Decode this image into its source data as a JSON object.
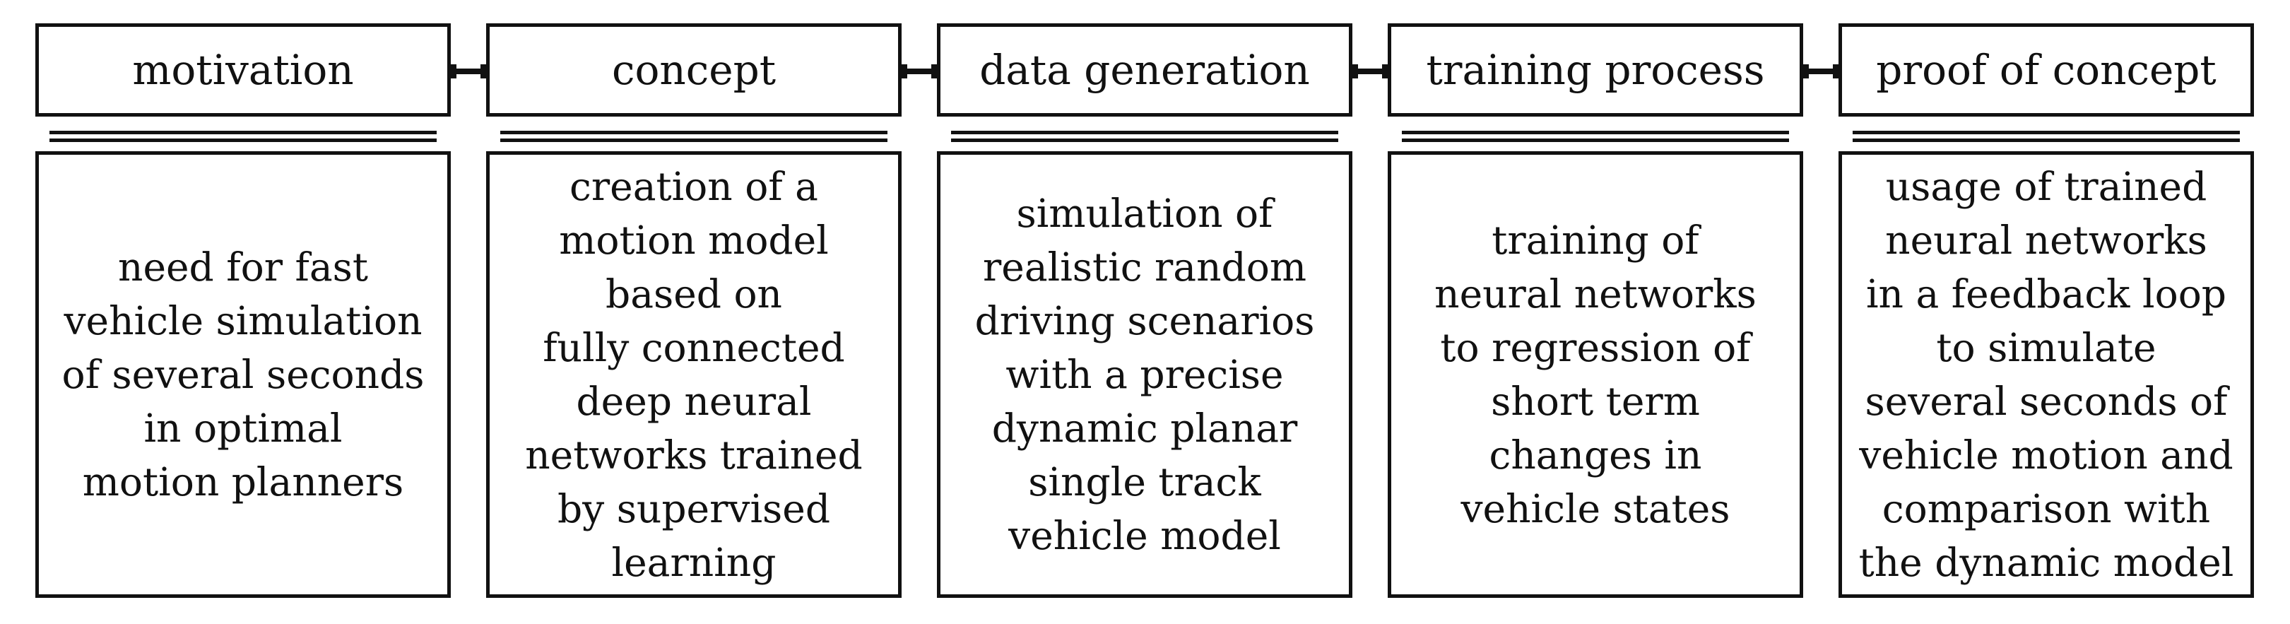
{
  "stages": [
    {
      "title": "motivation",
      "lines": [
        "need for fast",
        "vehicle simulation",
        "of several seconds",
        "in optimal",
        "motion planners"
      ]
    },
    {
      "title": "concept",
      "lines": [
        "creation of a",
        "motion model",
        "based on",
        "fully connected",
        "deep neural",
        "networks trained",
        "by supervised",
        "learning"
      ]
    },
    {
      "title": "data generation",
      "lines": [
        "simulation of",
        "realistic random",
        "driving scenarios",
        "with a precise",
        "dynamic planar",
        "single track",
        "vehicle model"
      ]
    },
    {
      "title": "training process",
      "lines": [
        "training of",
        "neural networks",
        "to regression of",
        "short term",
        "changes in",
        "vehicle states"
      ]
    },
    {
      "title": "proof of concept",
      "lines": [
        "usage of trained",
        "neural networks",
        "in a feedback loop",
        "to simulate",
        "several seconds of",
        "vehicle motion and",
        "comparison with",
        "the dynamic model"
      ]
    }
  ]
}
